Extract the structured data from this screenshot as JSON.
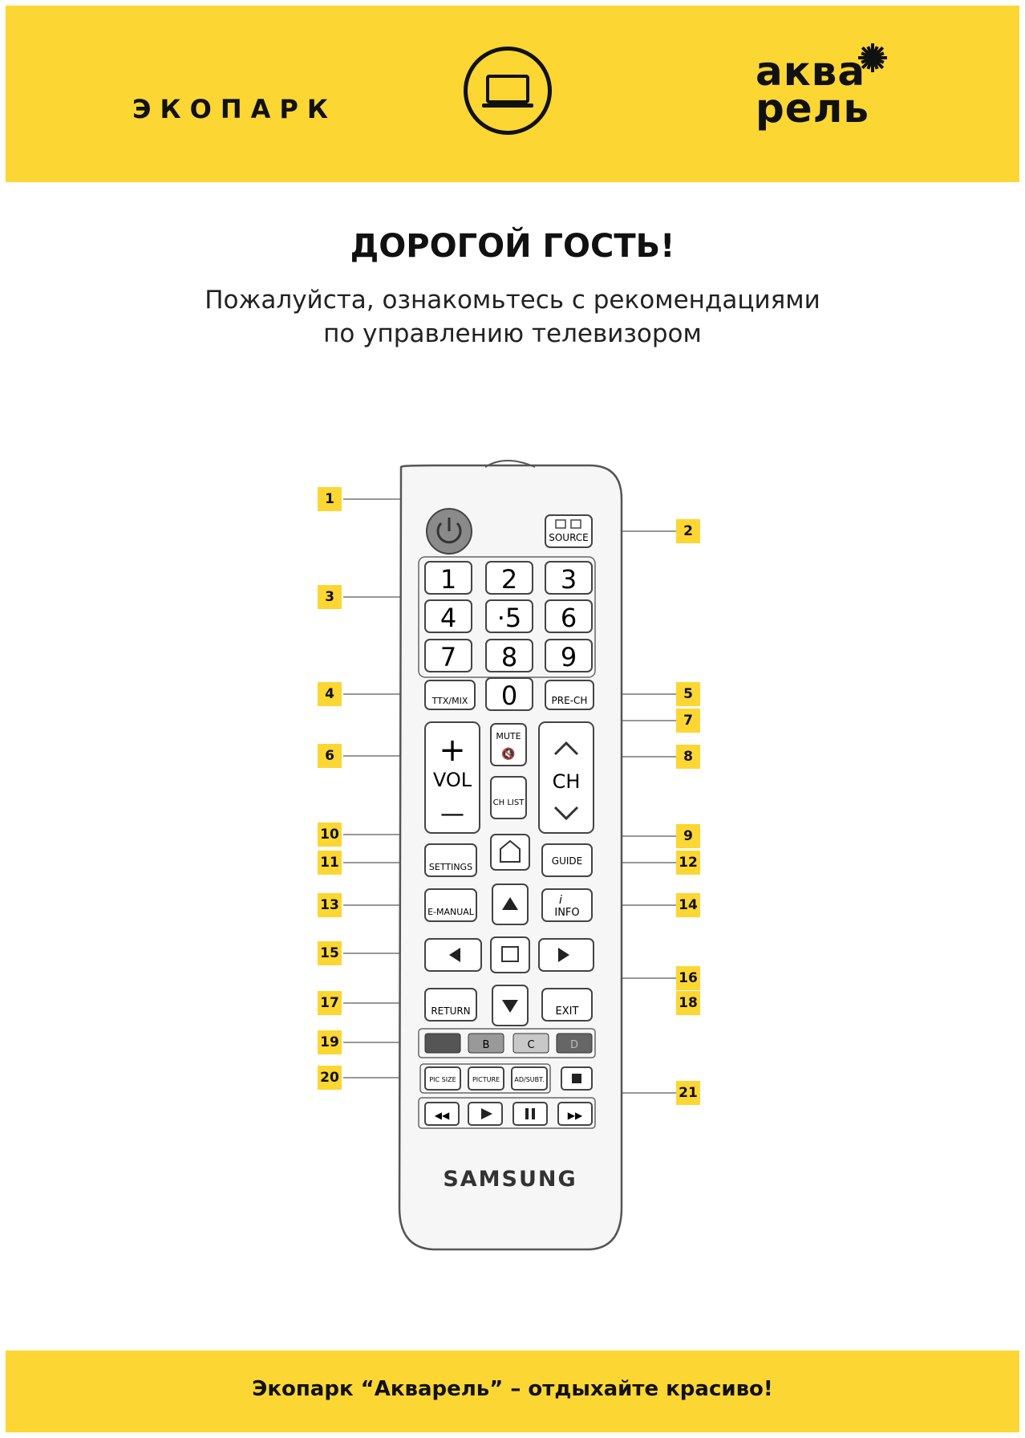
{
  "header": {
    "left_brand": "ЭКОПАРК",
    "logo_line1": "аква",
    "logo_line2": "рель",
    "tv_icon": "laptop-icon"
  },
  "main": {
    "title": "ДОРОГОЙ ГОСТЬ!",
    "subtitle_line1": "Пожалуйста, ознакомьтесь с рекомендациями",
    "subtitle_line2": "по управлению телевизором"
  },
  "remote": {
    "brand": "SAMSUNG",
    "digits": [
      "1",
      "2",
      "3",
      "4",
      "·5",
      "6",
      "7",
      "8",
      "9",
      "0"
    ],
    "labels": {
      "source": "SOURCE",
      "ttx": "TTX/MIX",
      "prech": "PRE-CH",
      "mute": "MUTE",
      "vol": "VOL",
      "vol_plus": "+",
      "vol_minus": "—",
      "ch": "CH",
      "ch_list": "CH LIST",
      "settings": "SETTINGS",
      "guide": "GUIDE",
      "emanual": "E-MANUAL",
      "info": "INFO",
      "info_i": "i",
      "return": "RETURN",
      "exit": "EXIT",
      "color_b": "B",
      "color_c": "C",
      "color_d": "D",
      "picsize": "PIC SIZE",
      "picture": "PICTURE",
      "adsubt": "AD/SUBT."
    },
    "callouts": [
      "1",
      "2",
      "3",
      "4",
      "5",
      "6",
      "7",
      "8",
      "9",
      "10",
      "11",
      "12",
      "13",
      "14",
      "15",
      "16",
      "17",
      "18",
      "19",
      "20",
      "21"
    ]
  },
  "footer": {
    "text": "Экопарк “Акварель” – отдыхайте красиво!"
  },
  "colors": {
    "accent": "#fcd633",
    "text": "#111111"
  }
}
